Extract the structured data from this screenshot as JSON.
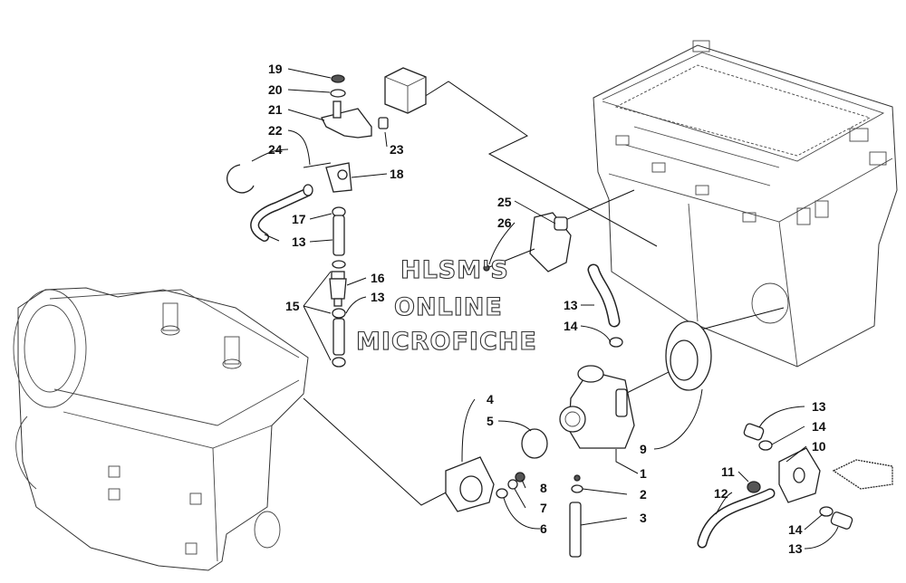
{
  "diagram": {
    "watermark": [
      "HLSM'S",
      "ONLINE",
      "MICROFICHE"
    ],
    "callouts": {
      "c19": "19",
      "c20": "20",
      "c21": "21",
      "c22": "22",
      "c24": "24",
      "c23": "23",
      "c18": "18",
      "c17": "17",
      "c13a": "13",
      "c16": "16",
      "c15": "15",
      "c13b": "13",
      "c25": "25",
      "c26": "26",
      "c13c": "13",
      "c14a": "14",
      "c4": "4",
      "c5": "5",
      "c9": "9",
      "c1": "1",
      "c8": "8",
      "c2": "2",
      "c7": "7",
      "c3": "3",
      "c6": "6",
      "c13d": "13",
      "c14b": "14",
      "c10": "10",
      "c11": "11",
      "c12": "12",
      "c14c": "14",
      "c13e": "13"
    }
  }
}
